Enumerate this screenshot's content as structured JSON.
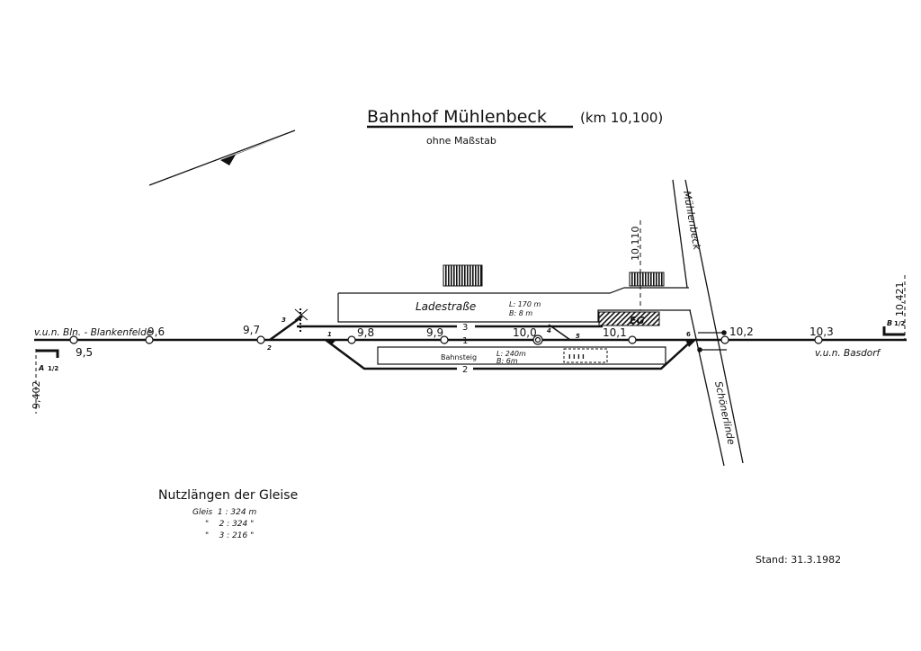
{
  "title": "Bahnhof Mühlenbeck",
  "title_km": "(km 10,100)",
  "subtitle": "ohne Maßstab",
  "left_direction": "v.u.n. Bln. - Blankenfelde",
  "right_direction": "v.u.n. Basdorf",
  "km_markers": [
    "9,5",
    "9,6",
    "9,7",
    "9,8",
    "9,9",
    "10,0",
    "10,1",
    "10,2",
    "10,3"
  ],
  "signal_left": {
    "km": "9,402",
    "label": "A",
    "fraction": "1/2"
  },
  "signal_right": {
    "km": "10,421",
    "label": "B",
    "fraction": "1/2"
  },
  "dashed_marker": "10,110",
  "tracks": [
    "1",
    "2",
    "3"
  ],
  "switches": [
    "1",
    "2",
    "3",
    "4",
    "5",
    "6"
  ],
  "ladestrasse": {
    "name": "Ladestraße",
    "length": "L: 170 m",
    "width": "B:   8 m"
  },
  "bahnsteig": {
    "name": "Bahnsteig",
    "length": "L: 240m",
    "width": "B:   6m"
  },
  "building_label": "EG",
  "roads": {
    "north": "Mühlenbeck",
    "south": "Schönerlinde"
  },
  "track_lengths": {
    "heading": "Nutzlängen der Gleise",
    "rows": [
      "Gleis  1 : 324 m",
      "\"    2 : 324 \"",
      "\"    3 : 216 \""
    ]
  },
  "stand": "Stand: 31.3.1982"
}
